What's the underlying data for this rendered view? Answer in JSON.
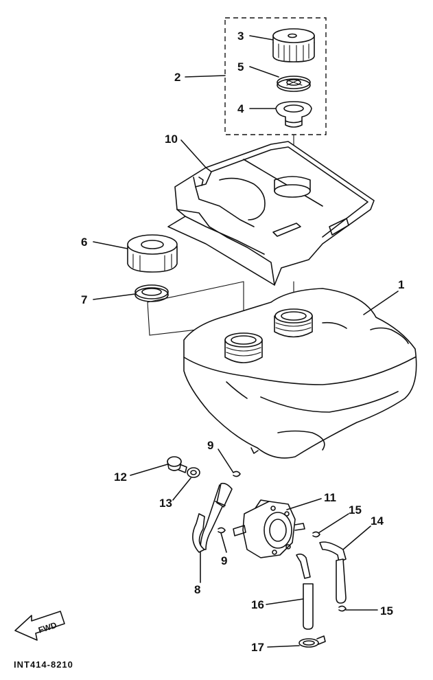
{
  "diagram": {
    "callouts": [
      {
        "id": "c1",
        "label": "1"
      },
      {
        "id": "c2",
        "label": "2"
      },
      {
        "id": "c3",
        "label": "3"
      },
      {
        "id": "c4",
        "label": "4"
      },
      {
        "id": "c5",
        "label": "5"
      },
      {
        "id": "c6",
        "label": "6"
      },
      {
        "id": "c7",
        "label": "7"
      },
      {
        "id": "c8",
        "label": "8"
      },
      {
        "id": "c9a",
        "label": "9"
      },
      {
        "id": "c9b",
        "label": "9"
      },
      {
        "id": "c10",
        "label": "10"
      },
      {
        "id": "c11",
        "label": "11"
      },
      {
        "id": "c12",
        "label": "12"
      },
      {
        "id": "c13",
        "label": "13"
      },
      {
        "id": "c14",
        "label": "14"
      },
      {
        "id": "c15a",
        "label": "15"
      },
      {
        "id": "c15b",
        "label": "15"
      },
      {
        "id": "c16",
        "label": "16"
      },
      {
        "id": "c17",
        "label": "17"
      }
    ],
    "direction_arrow": "FWD",
    "figure_code": "INT414-8210"
  }
}
